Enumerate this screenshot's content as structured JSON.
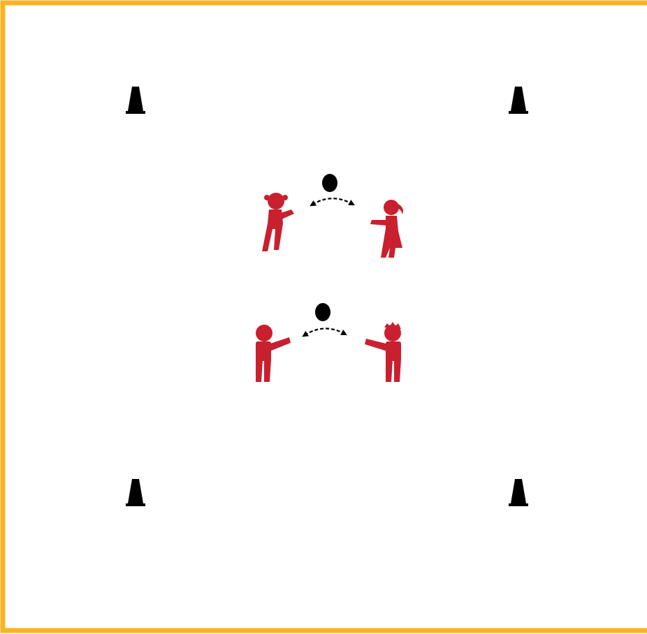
{
  "diagram": {
    "border_color": "#FBB321",
    "player_color": "#C8202F",
    "object_color": "#000000",
    "background_color": "#FFFFFF",
    "cones": [
      {
        "icon": "cone-icon",
        "corner": "top-left"
      },
      {
        "icon": "cone-icon",
        "corner": "top-right"
      },
      {
        "icon": "cone-icon",
        "corner": "bottom-left"
      },
      {
        "icon": "cone-icon",
        "corner": "bottom-right"
      }
    ],
    "pairs": [
      {
        "players": [
          "girl-icon",
          "girl-icon"
        ],
        "ball": "ball-icon",
        "pass_arrow": "dashed-double-arrow-icon"
      },
      {
        "players": [
          "boy-icon",
          "boy-icon"
        ],
        "ball": "ball-icon",
        "pass_arrow": "dashed-double-arrow-icon"
      }
    ]
  }
}
